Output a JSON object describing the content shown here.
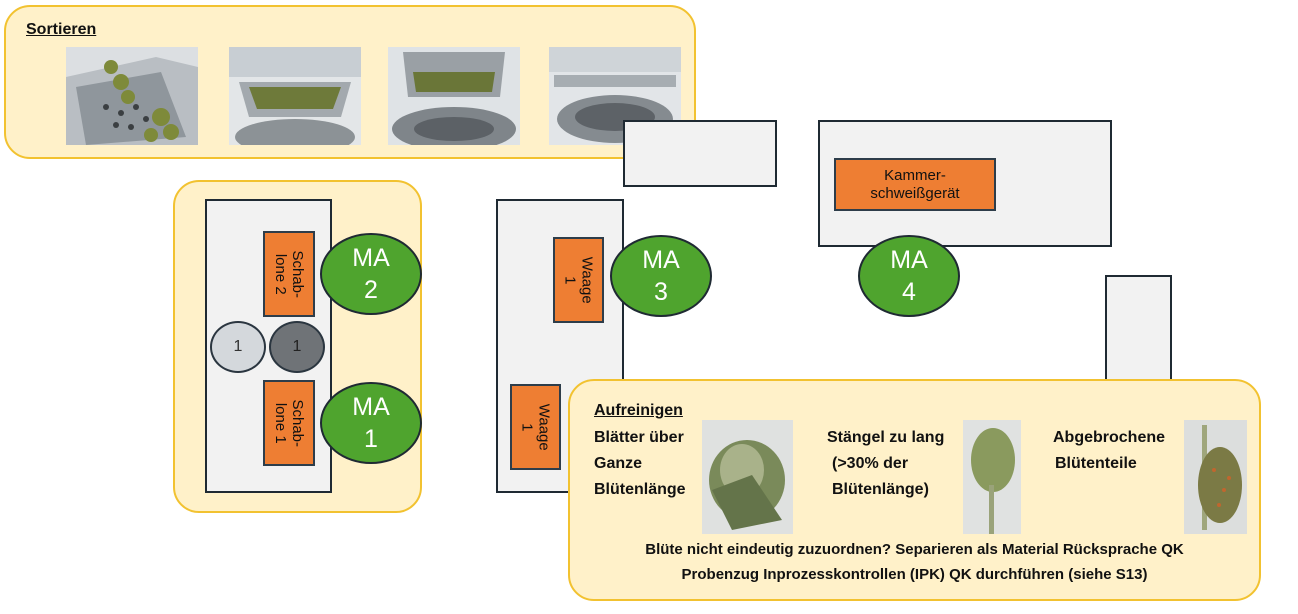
{
  "sortieren": {
    "title": "Sortieren"
  },
  "aufreinigen": {
    "title": "Aufreinigen",
    "item1": [
      "Blätter über",
      "Ganze",
      "Blütenlänge"
    ],
    "item2": [
      "Stängel zu lang",
      "(>30% der",
      "Blütenlänge)"
    ],
    "item3": [
      "Abgebrochene",
      "Blütenteile"
    ],
    "note1": "Blüte nicht eindeutig zuzuordnen? Separieren als Material Rücksprache QK",
    "note2": "Probenzug Inprozesskontrollen (IPK) QK durchführen (siehe S13)"
  },
  "equipment": {
    "schablone2": "Schab-\nlone 2",
    "schablone1": "Schab-\nlone 1",
    "waage_top": "Waage\n1",
    "waage_bottom": "Waage\n1",
    "kammer": "Kammer-\nschweißgerät",
    "circle_light": "1",
    "circle_dark": "1"
  },
  "workers": {
    "ma1": "MA\n1",
    "ma2": "MA\n2",
    "ma3": "MA\n3",
    "ma4": "MA\n4"
  },
  "colors": {
    "panel": "#fff1c9",
    "panel_border": "#f2c230",
    "equipment": "#ee7e33",
    "worker": "#4fa42e"
  }
}
